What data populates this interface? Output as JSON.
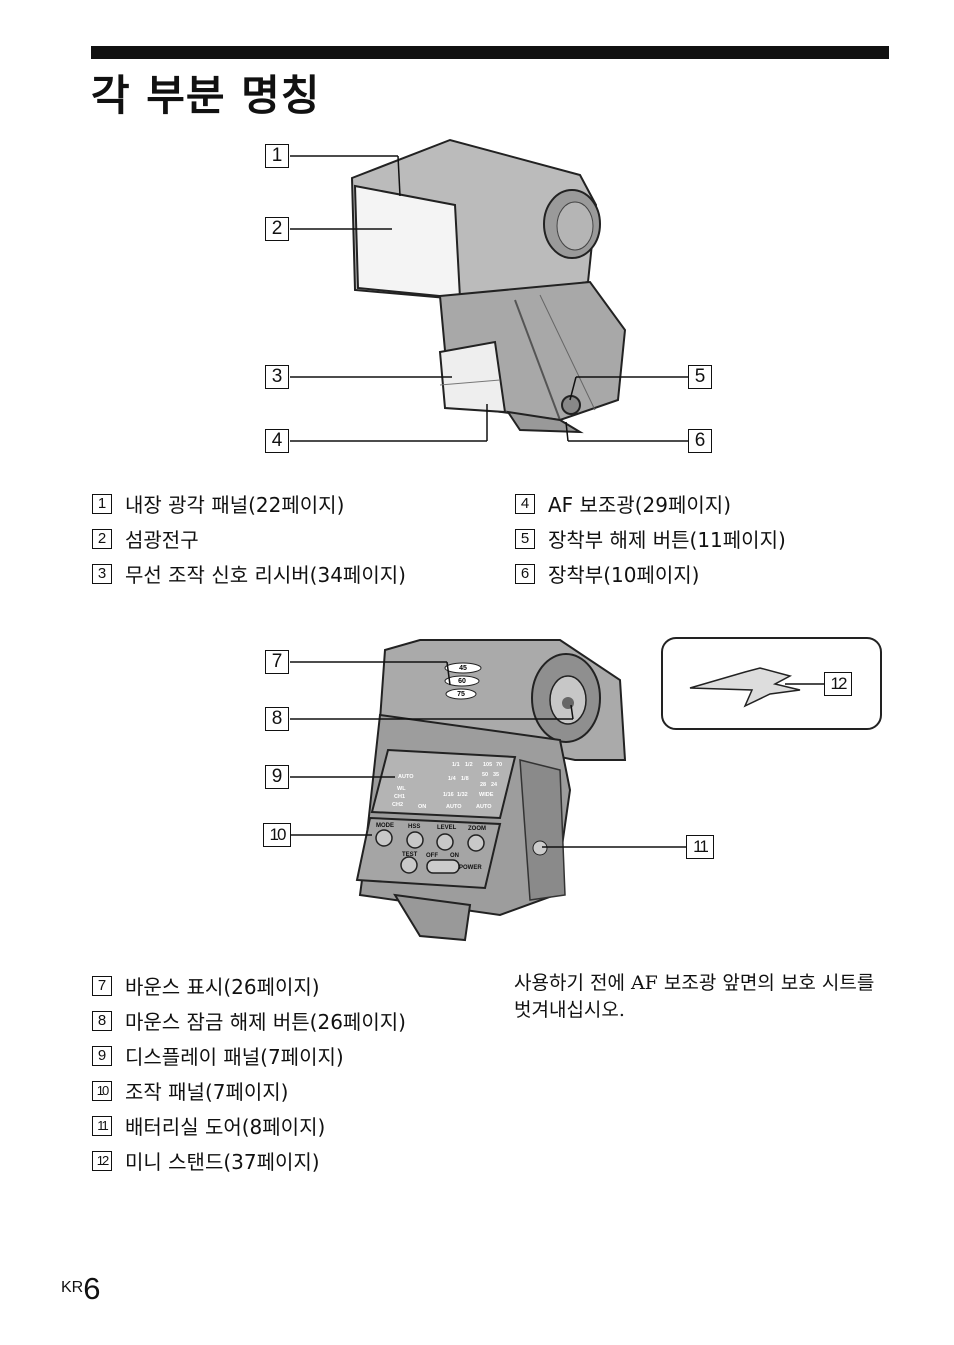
{
  "page": {
    "title": "각 부분 명칭",
    "lang_code": "KR",
    "number": "6"
  },
  "callouts": [
    "1",
    "2",
    "3",
    "4",
    "5",
    "6",
    "7",
    "8",
    "9",
    "10",
    "11",
    "12"
  ],
  "legend_top_left": [
    {
      "n": "1",
      "text": "내장 광각 패널(22페이지)"
    },
    {
      "n": "2",
      "text": "섬광전구"
    },
    {
      "n": "3",
      "text": "무선 조작 신호 리시버(34페이지)"
    }
  ],
  "legend_top_right": [
    {
      "n": "4",
      "text": "AF 보조광(29페이지)"
    },
    {
      "n": "5",
      "text": "장착부 해제 버튼(11페이지)"
    },
    {
      "n": "6",
      "text": "장착부(10페이지)"
    }
  ],
  "legend_bottom": [
    {
      "n": "7",
      "text": "바운스 표시(26페이지)"
    },
    {
      "n": "8",
      "text": "마운스 잠금 해제 버튼(26페이지)"
    },
    {
      "n": "9",
      "text": "디스플레이 패널(7페이지)"
    },
    {
      "n": "10",
      "text": "조작 패널(7페이지)"
    },
    {
      "n": "11",
      "text": "배터리실 도어(8페이지)"
    },
    {
      "n": "12",
      "text": "미니 스탠드(37페이지)"
    }
  ],
  "note": "사용하기 전에 AF 보조광 앞면의 보호 시트를 벗겨내십시오.",
  "flash_labels": {
    "bounce": [
      "45",
      "60",
      "75"
    ],
    "lcd": [
      "AUTO",
      "WL",
      "CH1",
      "CH2",
      "ON",
      "1/1",
      "1/2",
      "1/4",
      "1/8",
      "1/16",
      "1/32",
      "105",
      "70",
      "50",
      "35",
      "28",
      "24",
      "WIDE",
      "AUTO",
      "AUTO"
    ],
    "buttons": [
      "MODE",
      "HSS",
      "LEVEL",
      "ZOOM",
      "TEST",
      "OFF",
      "ON",
      "POWER"
    ]
  }
}
